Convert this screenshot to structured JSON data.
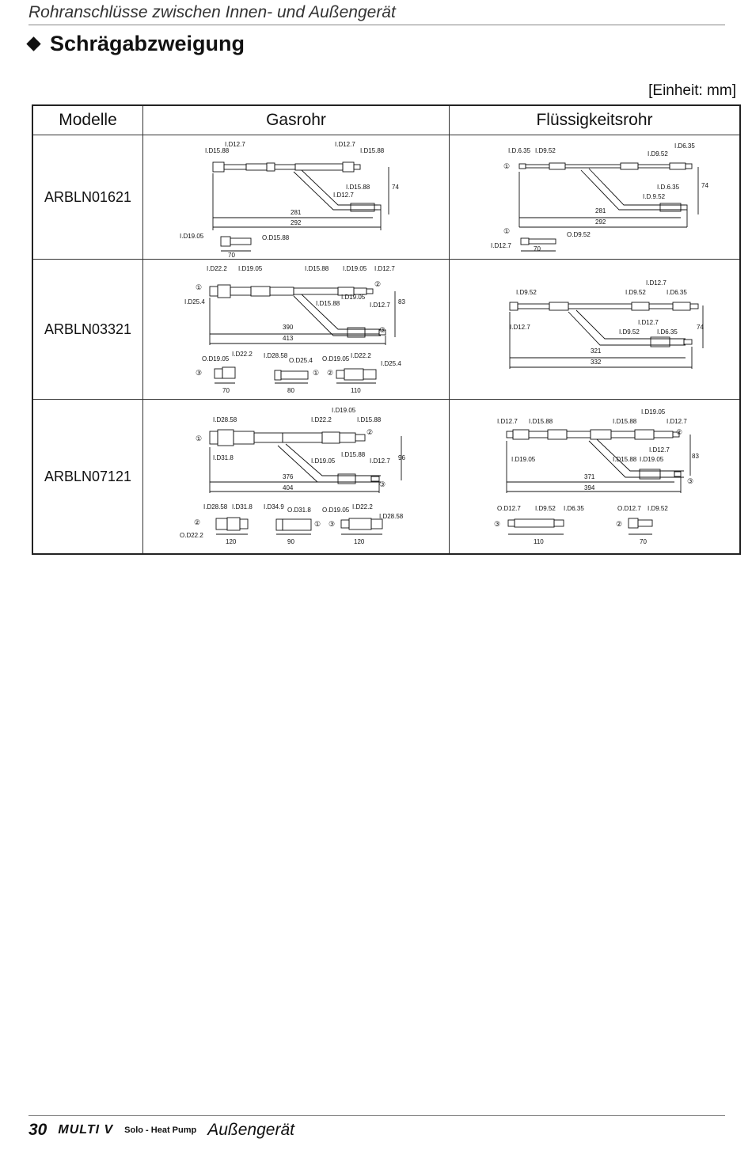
{
  "header": {
    "running_title": "Rohranschlüsse zwischen Innen- und Außengerät",
    "section_title": "Schrägabzweigung",
    "unit": "[Einheit: mm]"
  },
  "table": {
    "headers": [
      "Modelle",
      "Gasrohr",
      "Flüssigkeitsrohr"
    ],
    "rows": [
      {
        "model": "ARBLN01621",
        "gas": {
          "top_labels": [
            "I.D12.7",
            "I.D15.88",
            "I.D12.7",
            "I.D15.88"
          ],
          "branch_labels": [
            "I.D15.88",
            "I.D12.7"
          ],
          "height": "74",
          "dim_inner": "281",
          "dim_outer": "292",
          "fittings": [
            {
              "left": "I.D19.05",
              "right": "O.D15.88",
              "length": "70",
              "marker": ""
            }
          ]
        },
        "liquid": {
          "top_labels": [
            "I.D.6.35",
            "I.D9.52",
            "I.D6.35",
            "I.D9.52"
          ],
          "branch_labels": [
            "I.D.6.35",
            "I.D.9.52"
          ],
          "height": "74",
          "dim_inner": "281",
          "dim_outer": "292",
          "markers": [
            "①"
          ],
          "fittings": [
            {
              "left": "I.D12.7",
              "right": "O.D9.52",
              "length": "70",
              "marker": "①"
            }
          ]
        }
      },
      {
        "model": "ARBLN03321",
        "gas": {
          "top_labels": [
            "I.D22.2",
            "I.D19.05",
            "I.D15.88",
            "I.D19.05",
            "I.D12.7",
            "I.D25.4"
          ],
          "branch_labels": [
            "I.D19.05",
            "I.D15.88",
            "I.D12.7"
          ],
          "height": "83",
          "dim_inner": "390",
          "dim_outer": "413",
          "markers": [
            "①",
            "②",
            "③"
          ],
          "fittings": [
            {
              "left": "O.D19.05",
              "right": "I.D22.2",
              "length": "70",
              "marker": "③"
            },
            {
              "left": "I.D28.58",
              "right": "O.D25.4",
              "length": "80",
              "marker": "①"
            },
            {
              "left": "O.D19.05",
              "right": "I.D22.2",
              "extra": "I.D25.4",
              "length": "110",
              "marker": "②"
            }
          ]
        },
        "liquid": {
          "top_labels": [
            "I.D9.52",
            "I.D9.52",
            "I.D12.7",
            "I.D6.35",
            "I.D12.7"
          ],
          "branch_labels": [
            "I.D12.7",
            "I.D9.52",
            "I.D6.35"
          ],
          "height": "74",
          "dim_inner": "321",
          "dim_outer": "332",
          "fittings": []
        }
      },
      {
        "model": "ARBLN07121",
        "gas": {
          "top_labels": [
            "I.D28.58",
            "I.D19.05",
            "I.D22.2",
            "I.D15.88",
            "I.D31.8"
          ],
          "branch_labels": [
            "I.D19.05",
            "I.D15.88",
            "I.D12.7"
          ],
          "height": "96",
          "dim_inner": "376",
          "dim_outer": "404",
          "markers": [
            "①",
            "②",
            "③"
          ],
          "fittings": [
            {
              "left": "I.D28.58",
              "right": "I.D31.8",
              "extra": "O.D22.2",
              "length": "120",
              "marker": "②"
            },
            {
              "left": "I.D34.9",
              "right": "O.D31.8",
              "length": "90",
              "marker": "①"
            },
            {
              "left": "O.D19.05",
              "right": "I.D22.2",
              "extra": "I.D28.58",
              "length": "120",
              "marker": "③"
            }
          ]
        },
        "liquid": {
          "top_labels": [
            "I.D12.7",
            "I.D15.88",
            "I.D15.88",
            "I.D19.05",
            "I.D12.7",
            "I.D19.05"
          ],
          "branch_labels": [
            "I.D12.7",
            "I.D15.88",
            "I.D19.05"
          ],
          "height": "83",
          "dim_inner": "371",
          "dim_outer": "394",
          "markers": [
            "②",
            "③"
          ],
          "fittings": [
            {
              "left": "O.D12.7",
              "right": "I.D9.52",
              "extra": "I.D6.35",
              "length": "110",
              "marker": "③"
            },
            {
              "left": "O.D12.7",
              "right": "I.D9.52",
              "length": "70",
              "marker": "②"
            }
          ]
        }
      }
    ]
  },
  "footer": {
    "page_number": "30",
    "brand": "MULTI V",
    "brand_sub": "Solo - Heat Pump",
    "label": "Außengerät"
  }
}
